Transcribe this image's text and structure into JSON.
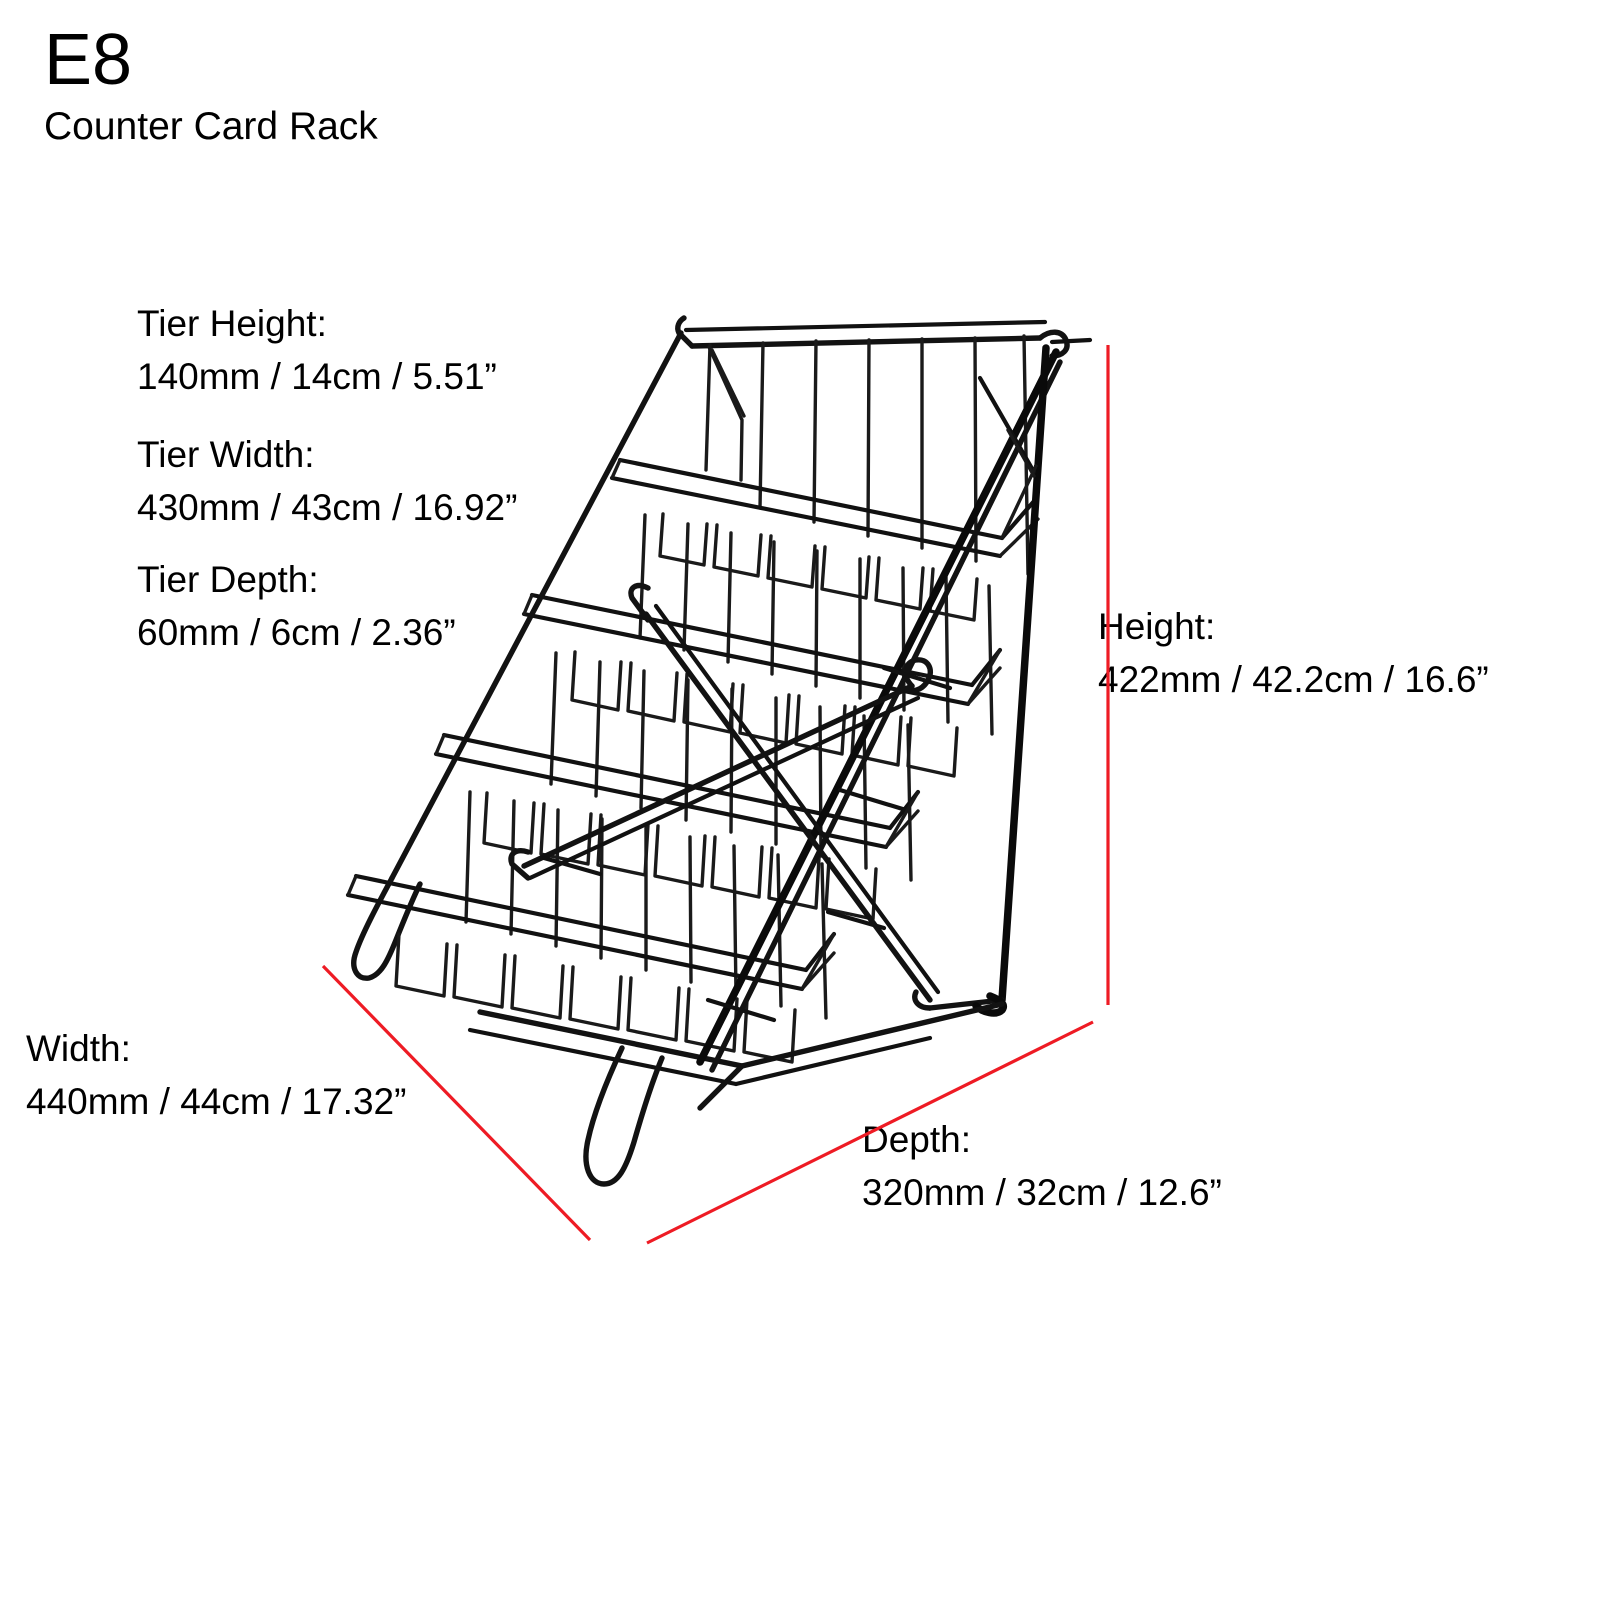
{
  "header": {
    "product_code": "E8",
    "product_name": "Counter Card Rack"
  },
  "specs": {
    "tier_height": {
      "label": "Tier Height:",
      "value": "140mm / 14cm / 5.51”"
    },
    "tier_width": {
      "label": "Tier Width:",
      "value": "430mm / 43cm / 16.92”"
    },
    "tier_depth": {
      "label": "Tier Depth:",
      "value": "60mm / 6cm / 2.36”"
    },
    "height": {
      "label": "Height:",
      "value": "422mm / 42.2cm / 16.6”"
    },
    "width": {
      "label": "Width:",
      "value": "440mm / 44cm / 17.32”"
    },
    "depth": {
      "label": "Depth:",
      "value": "320mm / 32cm / 12.6”"
    }
  },
  "colors": {
    "dimension_line": "#ee1b24",
    "wire": "#111111",
    "background": "#ffffff",
    "text": "#000000"
  },
  "product": {
    "name": "wire-counter-card-rack",
    "tier_count": 4,
    "view": "three-quarter-angle"
  }
}
